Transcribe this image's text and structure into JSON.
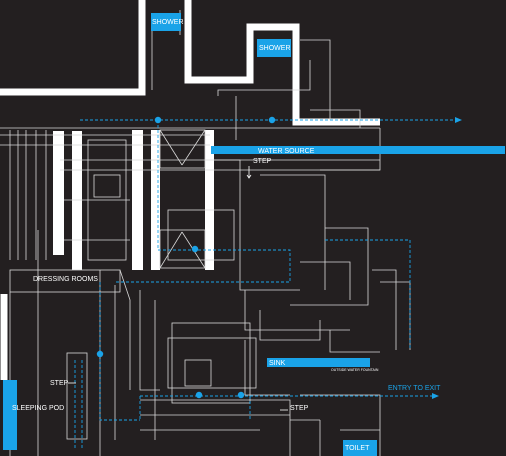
{
  "labels": {
    "shower_1": "SHOWER",
    "shower_2": "SHOWER",
    "water_source": "WATER SOURCE",
    "step_top": "STEP",
    "dressing_rooms": "DRESSING ROOMS",
    "sink": "SINK",
    "outside_water_fountain": "OUTSIDE WATER FOUNTAIN",
    "step_left": "STEP",
    "sleeping_pod": "SLEEPING POD",
    "entry_to_exit": "ENTRY TO EXIT",
    "step_bottom": "STEP",
    "toilet": "TOILET"
  },
  "colors": {
    "background": "#231f20",
    "wall": "#ffffff",
    "accent": "#1aa3e8",
    "line": "#d9d9d9"
  }
}
